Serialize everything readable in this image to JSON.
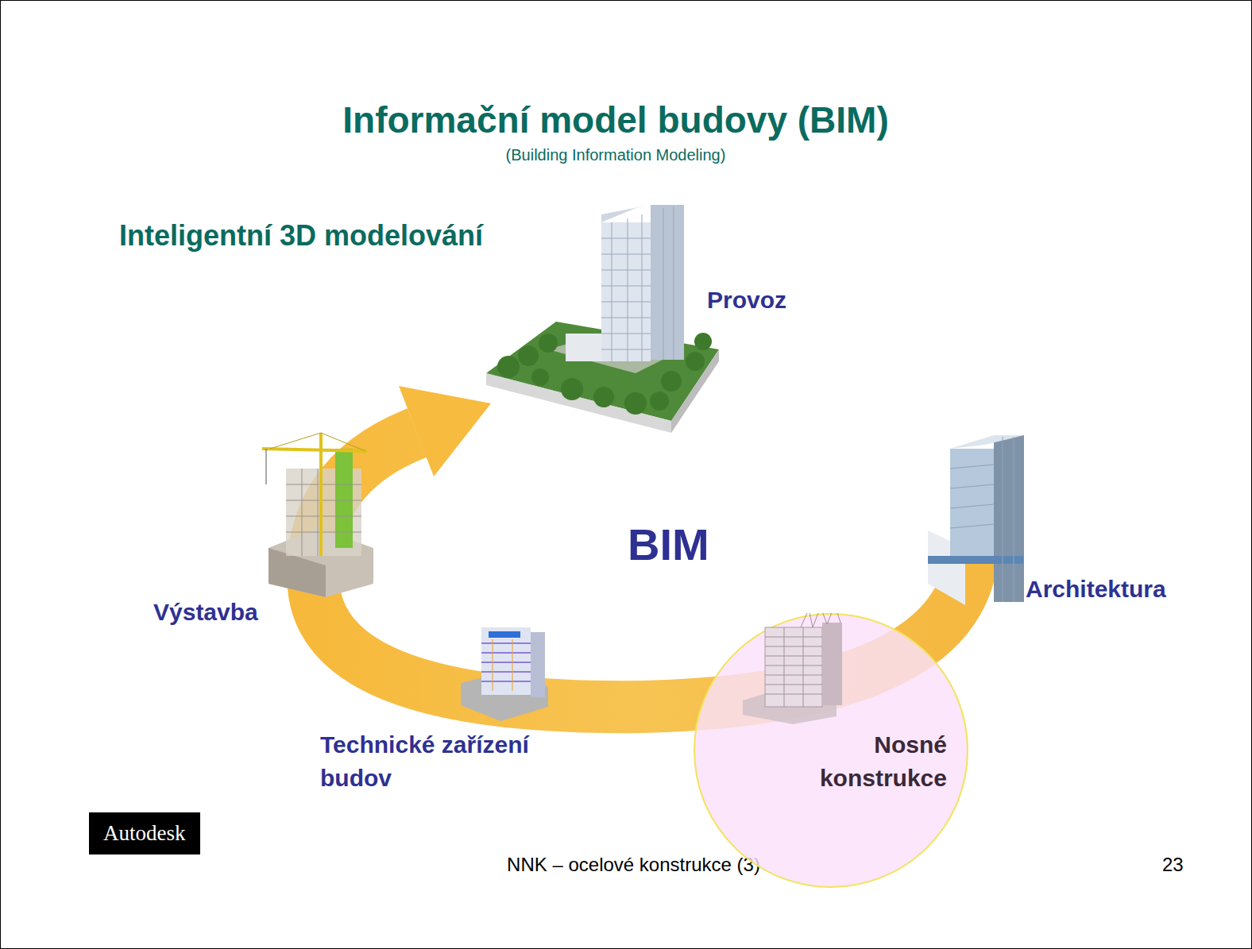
{
  "diagram": {
    "title": "Informační model budovy (BIM)",
    "nodes": [
      {
        "text": [
          "Nosné konstrukce"
        ]
      },
      {
        "text": [
          "Autodesk"
        ]
      }
    ],
    "labels": [
      "(Building Information Modeling)",
      "Inteligentní 3D modelování",
      "Provoz",
      "BIM",
      "Architektura",
      "Výstavba",
      "Technické zařízení budov",
      "NNK – ocelové konstrukce (3)",
      "23"
    ]
  }
}
